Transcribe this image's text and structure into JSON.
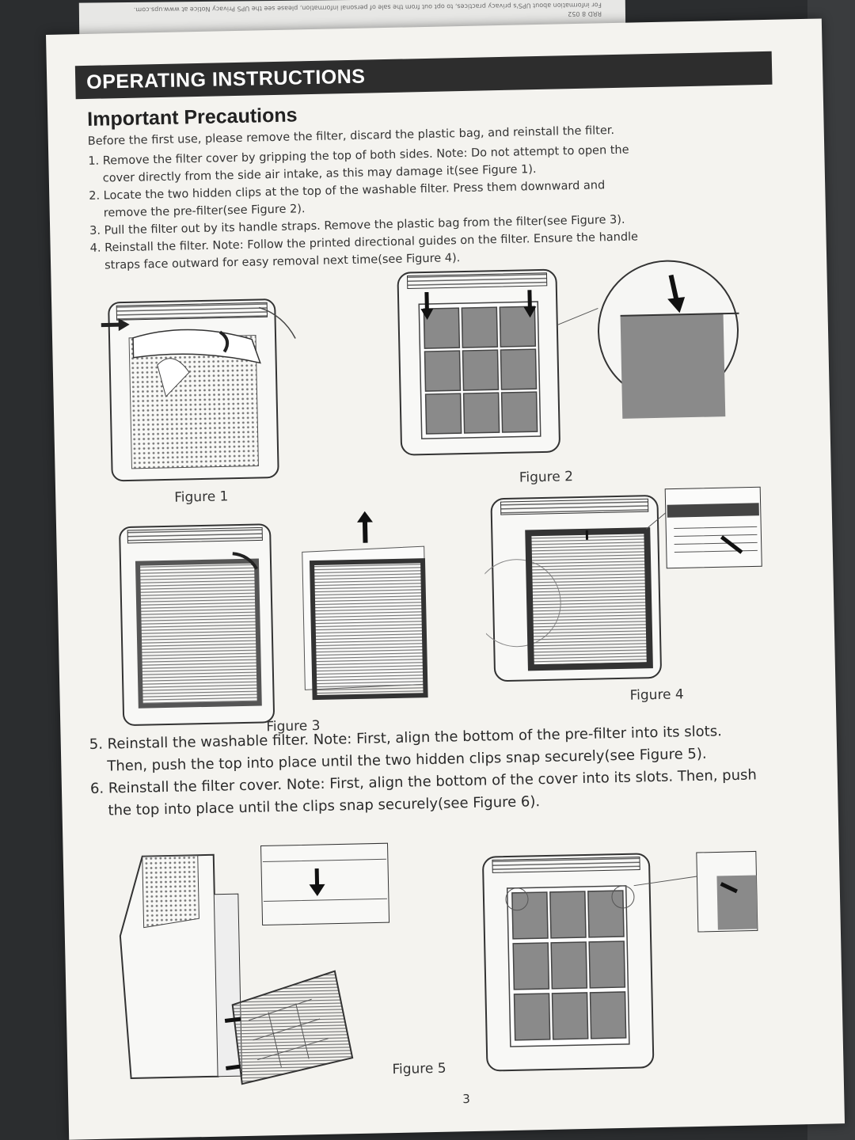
{
  "back_sheet": {
    "line1": "For information about UPS's privacy practices, to opt out from the sale of personal information, please see the UPS Privacy Notice at www.ups.com.",
    "line2": "RRD 8 052"
  },
  "page": {
    "header": "OPERATING INSTRUCTIONS",
    "heading": "Important Precautions",
    "intro": "Before the first use, please remove the filter, discard the plastic bag, and reinstall the filter.",
    "steps": [
      {
        "line1": "1. Remove the filter cover by gripping the top of both sides. Note: Do not attempt to open the",
        "line2": "cover directly from the side air intake, as this may damage it(see Figure 1)."
      },
      {
        "line1": "2. Locate the two hidden clips at the top of the washable filter. Press them downward and",
        "line2": "remove the pre-filter(see Figure 2)."
      },
      {
        "line1": "3. Pull the filter out by its handle straps. Remove the plastic bag from the filter(see Figure 3).",
        "line2": ""
      },
      {
        "line1": "4. Reinstall the filter. Note: Follow the printed directional guides on the filter. Ensure the handle",
        "line2": "straps face outward for easy removal next time(see Figure 4)."
      }
    ],
    "steps_lower": [
      {
        "line1": "5. Reinstall the washable filter. Note: First, align the bottom of the pre-filter into its slots.",
        "line2": "Then, push the top into place until the two hidden clips snap securely(see Figure 5)."
      },
      {
        "line1": "6. Reinstall the filter cover. Note: First, align the bottom of the cover into its slots. Then, push",
        "line2": "the top into place until the clips snap securely(see Figure 6)."
      }
    ],
    "figures": {
      "fig1": "Figure 1",
      "fig2": "Figure 2",
      "fig3": "Figure 3",
      "fig4": "Figure 4",
      "fig5": "Figure 5"
    },
    "page_number": "3"
  },
  "colors": {
    "paper": "#f4f3ef",
    "ink": "#2d2d2d",
    "background": "#2b2d2f",
    "filter_gray": "#8a8a8a"
  }
}
